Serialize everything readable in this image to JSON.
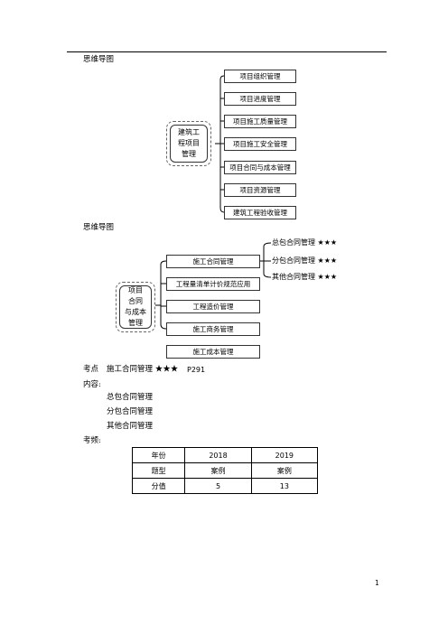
{
  "header": {
    "mindmap_label_1": "思维导图",
    "mindmap_label_2": "思维导图"
  },
  "mindmap1": {
    "center": [
      "建筑工",
      "程项目",
      "管理"
    ],
    "branches": [
      "项目组织管理",
      "项目进度管理",
      "项目施工质量管理",
      "项目施工安全管理",
      "项目合同与成本管理",
      "项目资源管理",
      "建筑工程验收管理"
    ]
  },
  "mindmap2": {
    "center": [
      "项目",
      "合同",
      "与成本",
      "管理"
    ],
    "branches": [
      "施工合同管理",
      "工程量清单计价规范应用",
      "工程造价管理",
      "施工商务管理",
      "施工成本管理"
    ],
    "sub_branches": [
      "总包合同管理 ★★★",
      "分包合同管理 ★★★",
      "其他合同管理 ★★★"
    ]
  },
  "exam_point": {
    "label": "考点",
    "title": "施工合同管理 ★★★",
    "page_ref": "P291"
  },
  "content": {
    "label": "内容:",
    "items": [
      "总包合同管理",
      "分包合同管理",
      "其他合同管理"
    ]
  },
  "frequency": {
    "label": "考频:",
    "table": {
      "header": [
        "年份",
        "2018",
        "2019"
      ],
      "rows": [
        [
          "题型",
          "案例",
          "案例"
        ],
        [
          "分值",
          "5",
          "13"
        ]
      ]
    }
  },
  "footer": {
    "page_number": "1"
  }
}
